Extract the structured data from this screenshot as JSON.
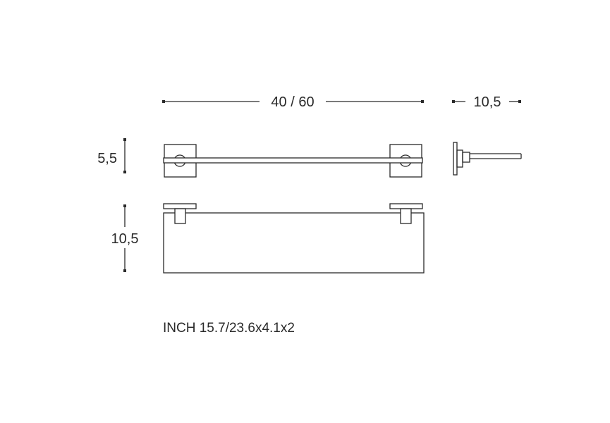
{
  "dimensions": {
    "width": "40 / 60",
    "depth": "10,5",
    "bracket_height": "5,5",
    "shelf_height": "10,5"
  },
  "caption": "INCH 15.7/23.6x4.1x2",
  "colors": {
    "line": "#2a2a2a",
    "background": "#ffffff"
  }
}
